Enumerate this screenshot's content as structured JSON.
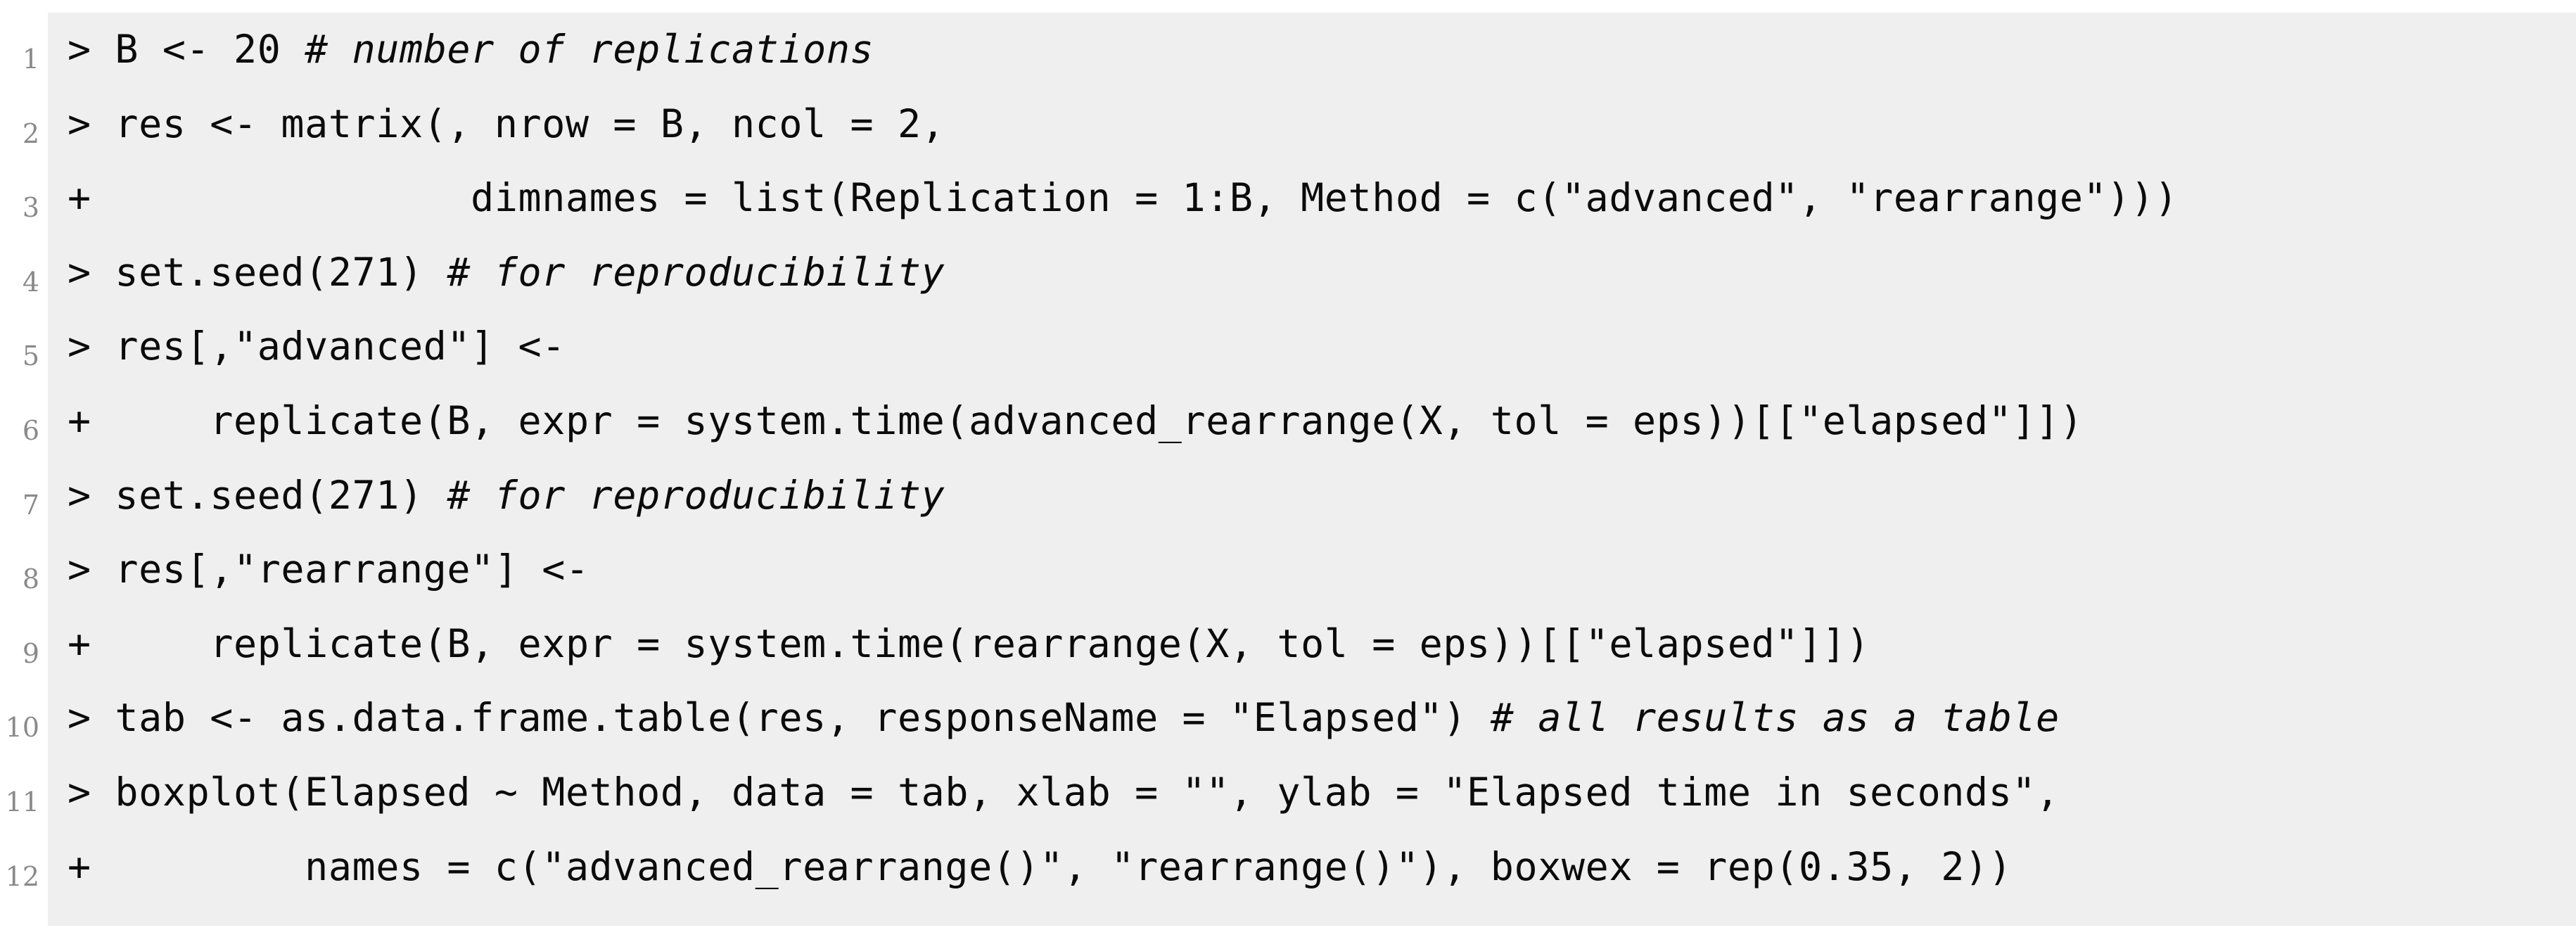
{
  "listing": {
    "language": "R",
    "background_color": "#efefef",
    "text_color": "#0b0b0b",
    "lineno_color": "#8a8a8a",
    "lines": [
      {
        "number": "1",
        "code": "> B <- 20 ",
        "comment": "# number of replications"
      },
      {
        "number": "2",
        "code": "> res <- matrix(, nrow = B, ncol = 2,",
        "comment": ""
      },
      {
        "number": "3",
        "code": "+                dimnames = list(Replication = 1:B, Method = c(\"advanced\", \"rearrange\")))",
        "comment": ""
      },
      {
        "number": "4",
        "code": "> set.seed(271) ",
        "comment": "# for reproducibility"
      },
      {
        "number": "5",
        "code": "> res[,\"advanced\"] <-",
        "comment": ""
      },
      {
        "number": "6",
        "code": "+     replicate(B, expr = system.time(advanced_rearrange(X, tol = eps))[[\"elapsed\"]])",
        "comment": ""
      },
      {
        "number": "7",
        "code": "> set.seed(271) ",
        "comment": "# for reproducibility"
      },
      {
        "number": "8",
        "code": "> res[,\"rearrange\"] <-",
        "comment": ""
      },
      {
        "number": "9",
        "code": "+     replicate(B, expr = system.time(rearrange(X, tol = eps))[[\"elapsed\"]])",
        "comment": ""
      },
      {
        "number": "10",
        "code": "> tab <- as.data.frame.table(res, responseName = \"Elapsed\") ",
        "comment": "# all results as a table"
      },
      {
        "number": "11",
        "code": "> boxplot(Elapsed ~ Method, data = tab, xlab = \"\", ylab = \"Elapsed time in seconds\",",
        "comment": ""
      },
      {
        "number": "12",
        "code": "+         names = c(\"advanced_rearrange()\", \"rearrange()\"), boxwex = rep(0.35, 2))",
        "comment": ""
      }
    ]
  }
}
